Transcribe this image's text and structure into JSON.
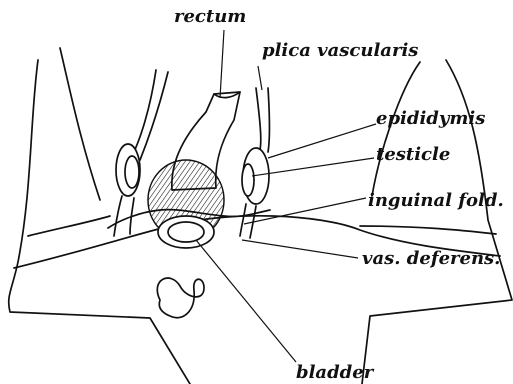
{
  "labels": {
    "rectum": "rectum",
    "plica_vascularis": "plica vascularis",
    "epididymis": "epididymis",
    "testicle": "testicle",
    "inguinal_fold": "inguinal fold.",
    "vas_deferens": "vas. deferens.",
    "bladder": "bladder"
  },
  "colors": {
    "ink": "#111111",
    "background": "#ffffff"
  }
}
